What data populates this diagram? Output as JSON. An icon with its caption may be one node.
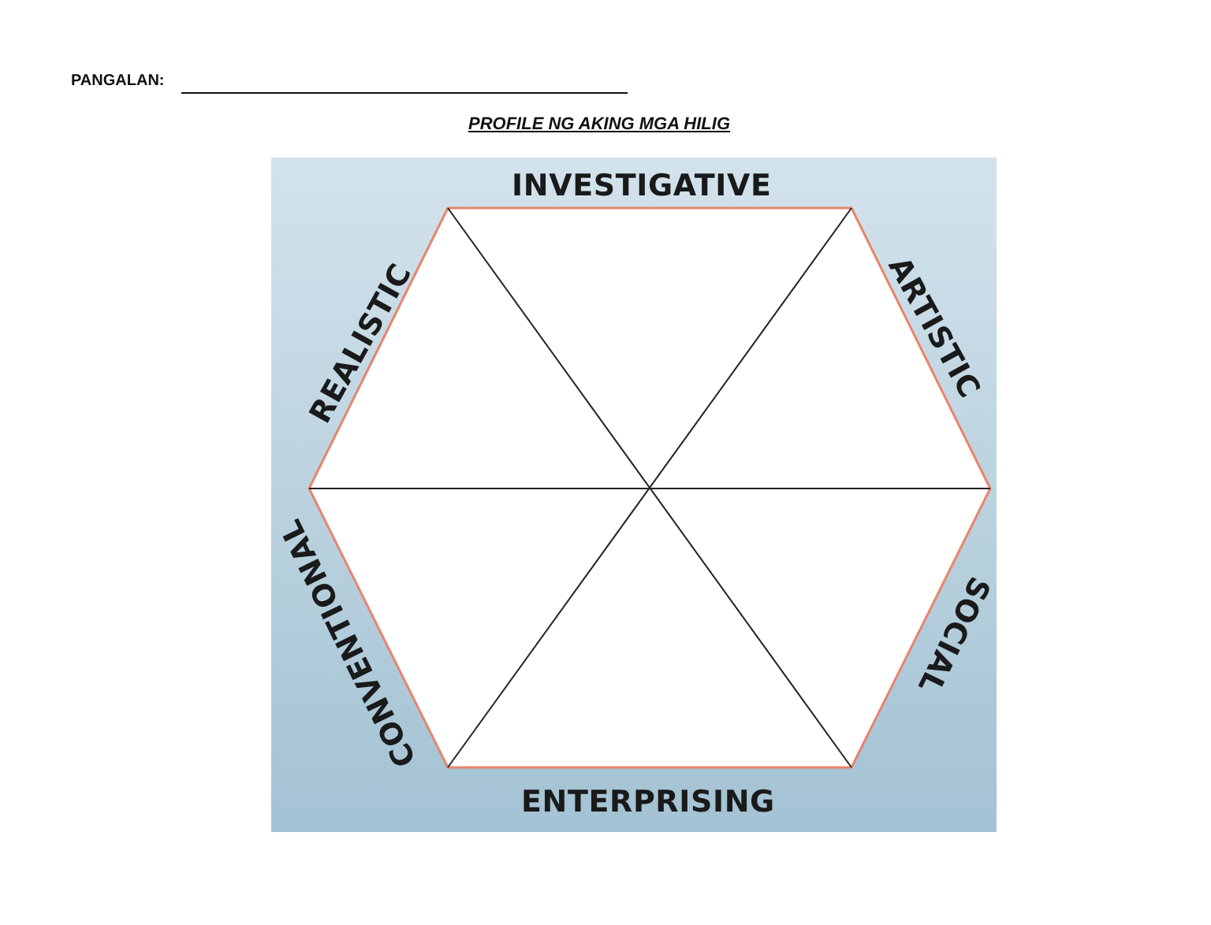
{
  "diagram": {
    "title": "PROFILE NG AKING MGA HILIG",
    "labels": [
      "PANGALAN:",
      "INVESTIGATIVE",
      "REALISTIC",
      "ARTISTIC",
      "CONVENTIONAL",
      "SOCIAL",
      "ENTERPRISING"
    ]
  }
}
